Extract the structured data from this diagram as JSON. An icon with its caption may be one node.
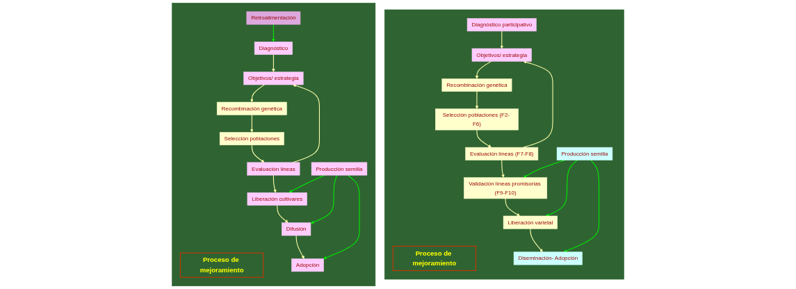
{
  "diagram": {
    "nodes": [
      {
        "text": [],
        "shape": "box"
      },
      {
        "text": [
          "Proceso de mejoramiento"
        ],
        "in": 0
      },
      {
        "text": [
          "Diagnóstico"
        ],
        "in": 0
      },
      {
        "text": [
          "Objetivos/ estrategia"
        ],
        "in": 0
      },
      {
        "text": [
          "Recombinación genética"
        ],
        "in": 0
      },
      {
        "text": [
          "Selección poblaciones"
        ],
        "in": 0
      },
      {
        "text": [
          "Evaluación líneas"
        ],
        "in": 0
      },
      {
        "text": [
          "Retroalimentación"
        ],
        "in": 0
      },
      {
        "text": [
          "Liberación cultivares"
        ],
        "in": 0
      },
      {
        "text": [
          "Producción semilla"
        ],
        "in": 0
      },
      {
        "text": [
          "Difusión"
        ],
        "in": 0
      },
      {
        "text": [
          "Adopción"
        ],
        "in": 0
      },
      {
        "text": [],
        "shape": "box"
      },
      {
        "text": [
          "Proceso de mejoramiento"
        ],
        "in": 12
      },
      {
        "text": [
          "Diagnóstico participativo"
        ],
        "in": 12
      },
      {
        "text": [
          "Objetivos/ estrategia"
        ],
        "in": 12
      },
      {
        "text": [
          "Recombinación genética"
        ],
        "in": 12
      },
      {
        "text": [
          "Selección poblaciones (F2- F6)"
        ],
        "in": 12
      },
      {
        "text": [
          "Evaluación líneas (F7-F8)"
        ],
        "in": 12
      },
      {
        "text": [
          "Validación líneas promisorias (F9-F10)"
        ],
        "in": 12
      },
      {
        "text": [
          "Producción semilla"
        ],
        "in": 12
      },
      {
        "text": [
          "Liberación varietal"
        ],
        "in": 12
      },
      {
        "text": [
          "Diseminación- Adopción"
        ],
        "in": 12
      }
    ],
    "edges": [
      {
        "from": 2,
        "to": 3,
        "arrow": "to"
      },
      {
        "from": 3,
        "to": 4,
        "arrow": "to"
      },
      {
        "from": 4,
        "to": 5,
        "arrow": "to"
      },
      {
        "from": 5,
        "to": 6,
        "arrow": "to"
      },
      {
        "from": 6,
        "to": 3,
        "arrow": "to"
      },
      {
        "from": 6,
        "to": 8,
        "arrow": "to"
      },
      {
        "from": 9,
        "to": 8,
        "arrow": "to",
        "color": "#00ee00"
      },
      {
        "from": 9,
        "to": 10,
        "arrow": "to",
        "color": "#00ee00"
      },
      {
        "from": 9,
        "to": 11,
        "arrow": "to",
        "color": "#00ee00"
      },
      {
        "from": 8,
        "to": 10,
        "arrow": "to"
      },
      {
        "from": 10,
        "to": 11,
        "arrow": "to"
      },
      {
        "from": 7,
        "to": 2,
        "arrow": "to",
        "color": "#00ee00"
      },
      {
        "from": 14,
        "to": 15,
        "arrow": "to"
      },
      {
        "from": 15,
        "to": 16,
        "arrow": "to"
      },
      {
        "from": 16,
        "to": 17,
        "arrow": "to"
      },
      {
        "from": 17,
        "to": 18,
        "arrow": "to"
      },
      {
        "from": 18,
        "to": 15,
        "arrow": "to"
      },
      {
        "from": 18,
        "to": 19,
        "arrow": "to"
      },
      {
        "from": 20,
        "to": 19,
        "arrow": "to",
        "color": "#00ee00"
      },
      {
        "from": 20,
        "to": 21,
        "arrow": "to",
        "color": "#00ee00"
      },
      {
        "from": 20,
        "to": 22,
        "arrow": "to",
        "color": "#00ee00"
      },
      {
        "from": 19,
        "to": 21,
        "arrow": "to"
      },
      {
        "from": 21,
        "to": 22,
        "arrow": "to"
      }
    ]
  }
}
